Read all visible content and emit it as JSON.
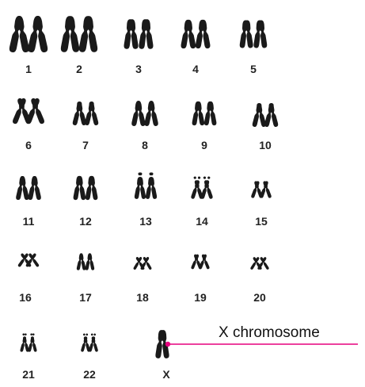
{
  "chromosomes": [
    {
      "label": "1"
    },
    {
      "label": "2"
    },
    {
      "label": "3"
    },
    {
      "label": "4"
    },
    {
      "label": "5"
    },
    {
      "label": "6"
    },
    {
      "label": "7"
    },
    {
      "label": "8"
    },
    {
      "label": "9"
    },
    {
      "label": "10"
    },
    {
      "label": "11"
    },
    {
      "label": "12"
    },
    {
      "label": "13"
    },
    {
      "label": "14"
    },
    {
      "label": "15"
    },
    {
      "label": "16"
    },
    {
      "label": "17"
    },
    {
      "label": "18"
    },
    {
      "label": "19"
    },
    {
      "label": "20"
    },
    {
      "label": "21"
    },
    {
      "label": "22"
    },
    {
      "label": "X"
    }
  ],
  "callout": {
    "label": "X chromosome",
    "line_color": "#e6007e"
  },
  "colors": {
    "chromosome": "#1a1a1a",
    "label": "#222222"
  }
}
